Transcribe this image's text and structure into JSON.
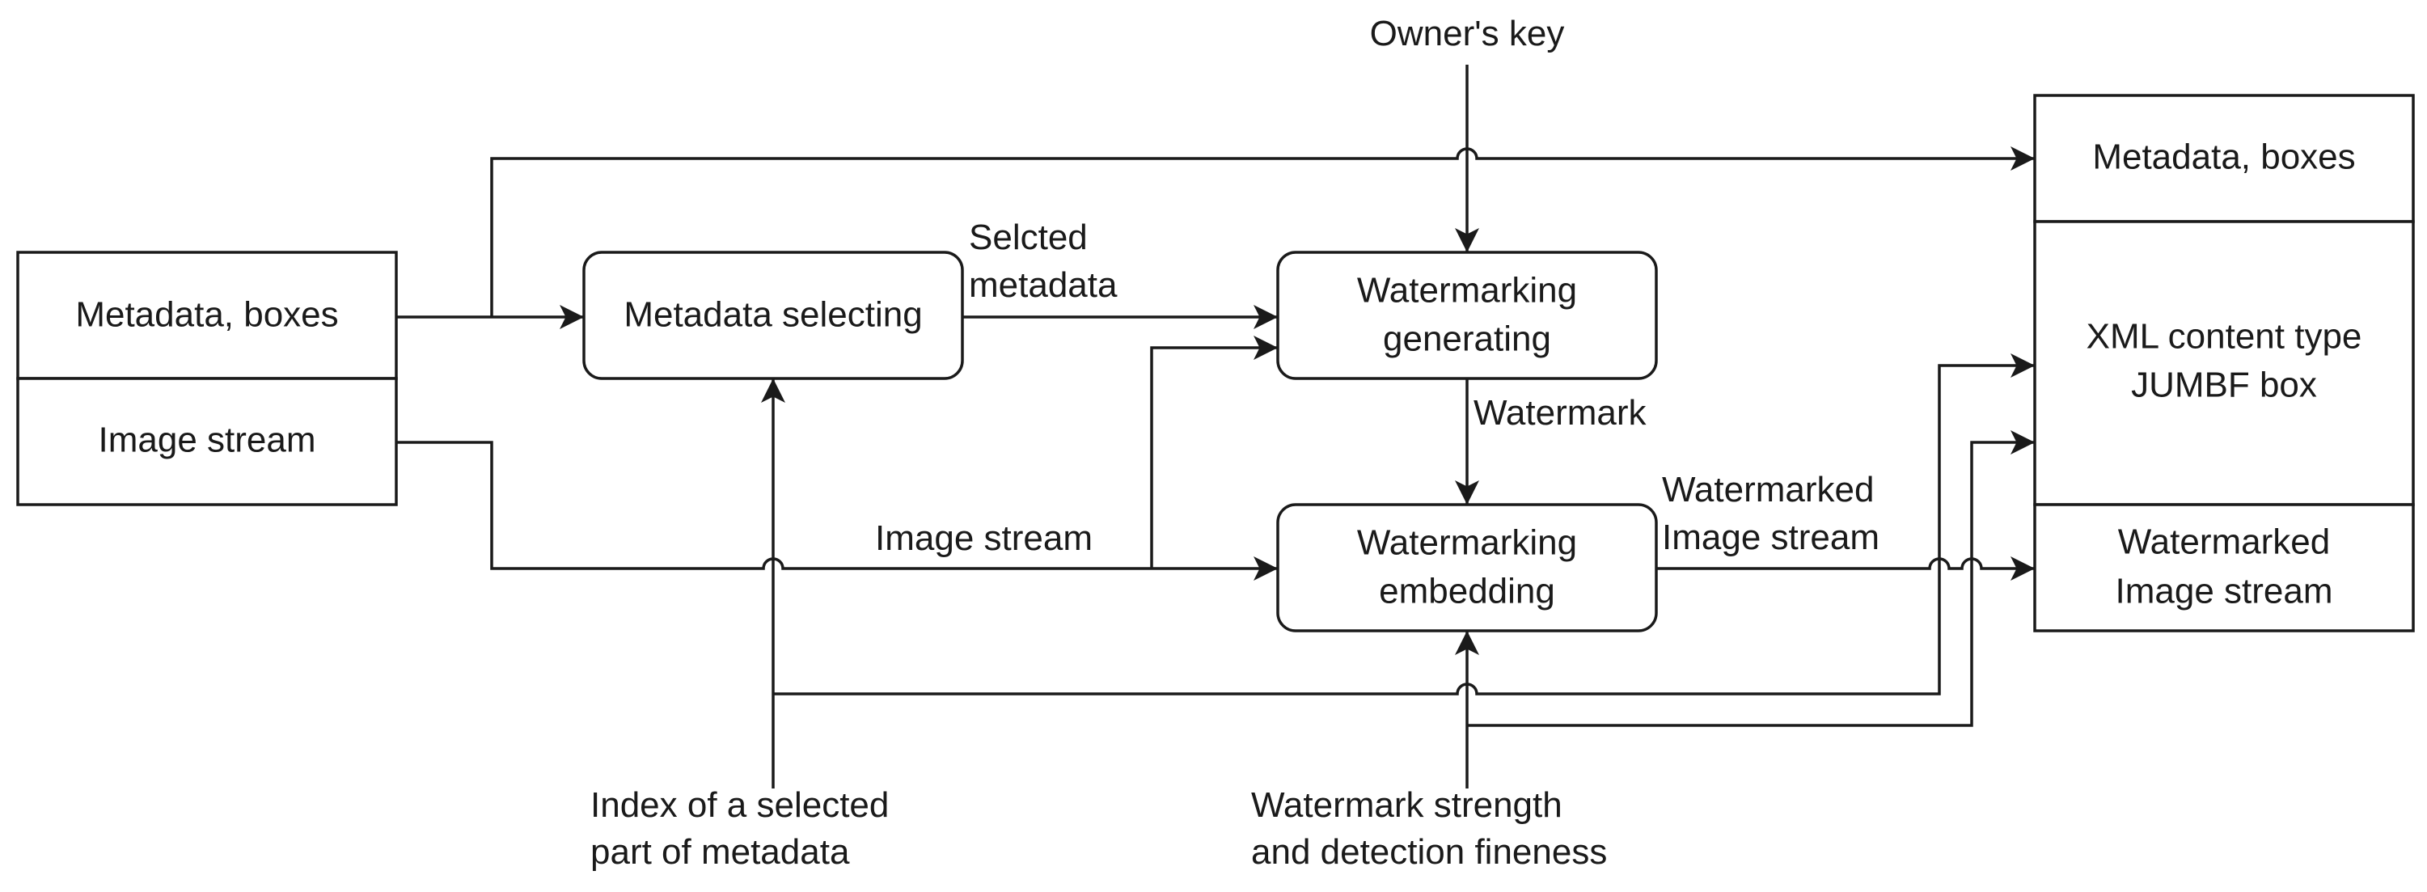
{
  "input_container": {
    "metadata_label": "Metadata, boxes",
    "image_label": "Image stream"
  },
  "nodes": {
    "metadata_selecting": "Metadata selecting",
    "wm_generating": [
      "Watermarking",
      "generating"
    ],
    "wm_embedding": [
      "Watermarking",
      "embedding"
    ]
  },
  "output_container": {
    "metadata_label": "Metadata, boxes",
    "jumbf_label": [
      "XML content type",
      "JUMBF box"
    ],
    "wm_image_label": [
      "Watermarked",
      "Image stream"
    ]
  },
  "edge_labels": {
    "owners_key": "Owner's key",
    "selected_metadata": [
      "Selcted",
      "metadata"
    ],
    "watermark": "Watermark",
    "image_stream": "Image stream",
    "watermarked_image_stream": [
      "Watermarked",
      "Image stream"
    ],
    "index_selected": [
      "Index of a selected",
      "part of metadata"
    ],
    "strength_fineness": [
      "Watermark strength",
      "and detection fineness"
    ]
  }
}
